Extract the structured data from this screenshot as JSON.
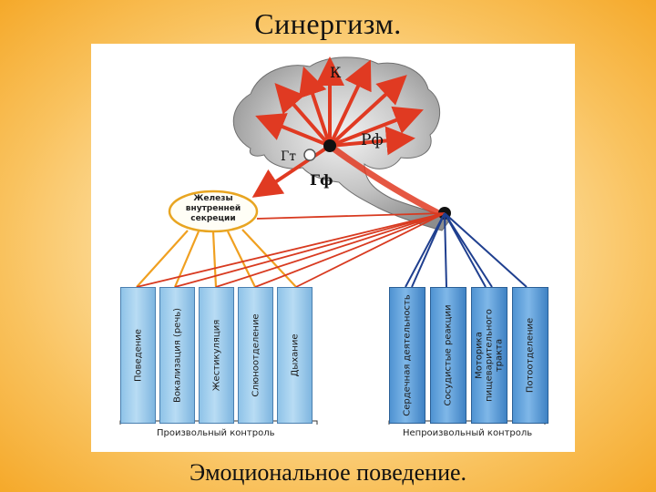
{
  "slide": {
    "title": "Синергизм.",
    "caption": "Эмоциональное поведение."
  },
  "diagram": {
    "nodes": {
      "k": "К",
      "rf": "Рф",
      "gt": "Гт",
      "gf": "Гф"
    },
    "gland_label": "Железы внутренней секреции",
    "voluntary_boxes": [
      "Поведение",
      "Вокализация (речь)",
      "Жестикуляция",
      "Слюноотделение",
      "Дыхание"
    ],
    "involuntary_boxes": [
      "Сердечная деятельность",
      "Сосудистые реакции",
      "Моторика пищеварительного тракта",
      "Потоотделение"
    ],
    "voluntary_control": "Произвольный контроль",
    "involuntary_control": "Непроизвольный контроль"
  },
  "colors": {
    "arrow": "#e03a22",
    "brain": "#b9b9b9",
    "orange_line": "#f0a020",
    "blue_line": "#1f3f8f"
  }
}
